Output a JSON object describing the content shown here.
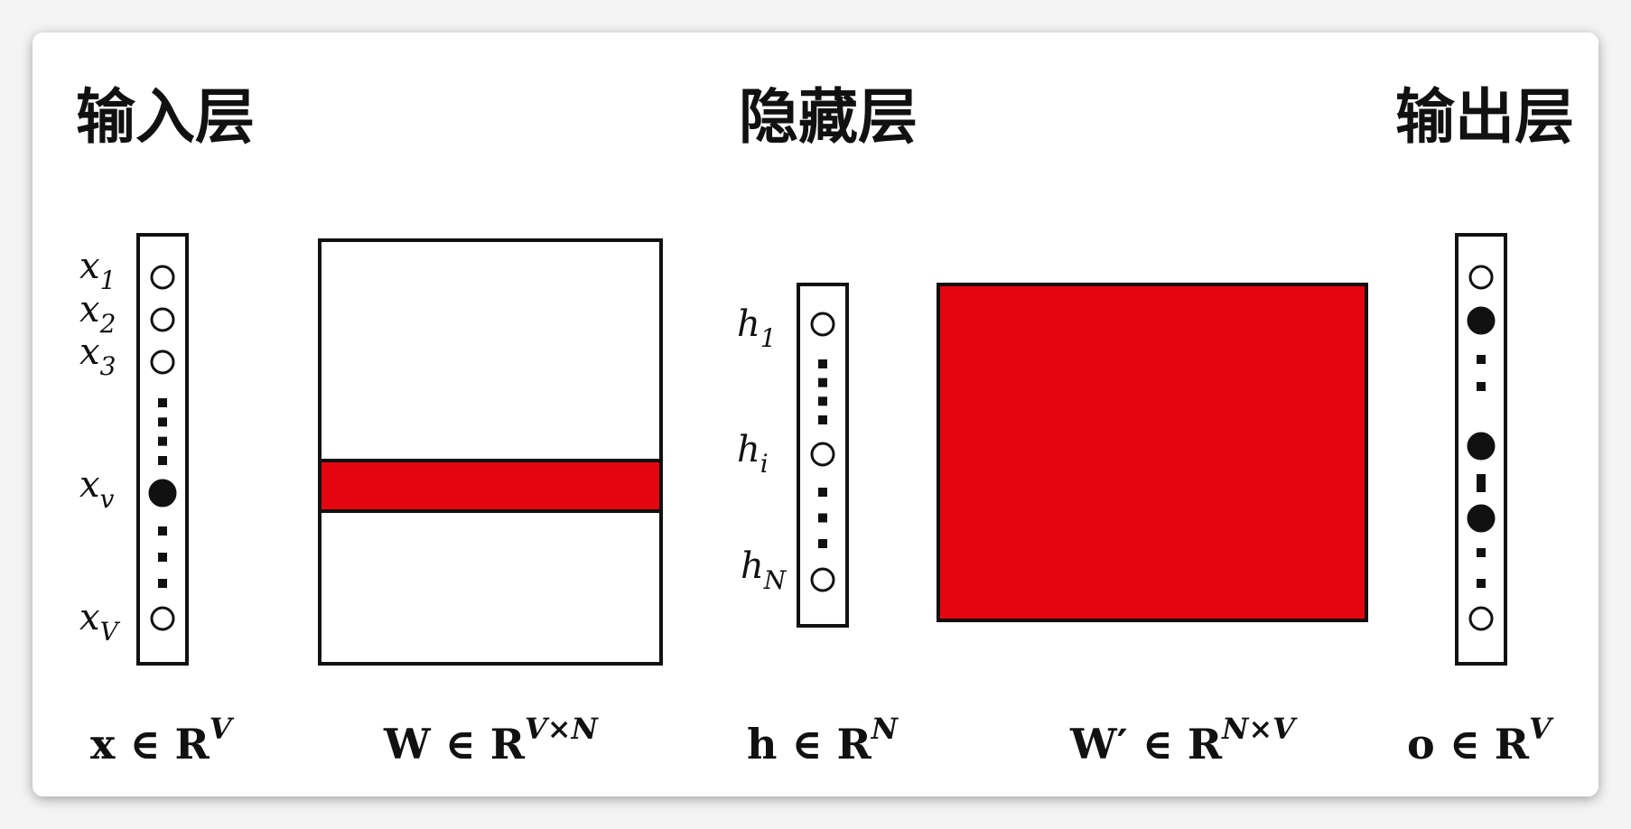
{
  "headers": {
    "input": "输入层",
    "hidden": "隐藏层",
    "output": "输出层"
  },
  "input_layer": {
    "labels": [
      {
        "base": "x",
        "sub": "1"
      },
      {
        "base": "x",
        "sub": "2"
      },
      {
        "base": "x",
        "sub": "3"
      },
      {
        "base": "x",
        "sub": "v"
      },
      {
        "base": "x",
        "sub": "V"
      }
    ],
    "nodes": [
      "empty",
      "empty",
      "empty",
      "dots",
      "filled",
      "dots",
      "empty"
    ]
  },
  "weight_w": {
    "highlight": "row"
  },
  "hidden_layer": {
    "labels": [
      {
        "base": "h",
        "sub": "1"
      },
      {
        "base": "h",
        "sub": "i"
      },
      {
        "base": "h",
        "sub": "N"
      }
    ],
    "nodes": [
      "empty",
      "dots",
      "empty",
      "dots",
      "empty"
    ]
  },
  "weight_w_prime": {
    "highlight": "all"
  },
  "output_layer": {
    "nodes": [
      "empty",
      "filled",
      "dots",
      "filled",
      "dots",
      "filled",
      "dots",
      "empty"
    ]
  },
  "bottom_labels": {
    "x": {
      "main": "x ∈ R",
      "sup": "V"
    },
    "w": {
      "main": "W ∈ R",
      "sup": "V×N"
    },
    "h": {
      "main": "h ∈ R",
      "sup": "N"
    },
    "w_prime": {
      "main": "W′ ∈ R",
      "sup": "N×V"
    },
    "o": {
      "main": "o ∈ R",
      "sup": "V"
    }
  },
  "colors": {
    "highlight": "#e3060f",
    "stroke": "#111111",
    "card": "#ffffff"
  }
}
